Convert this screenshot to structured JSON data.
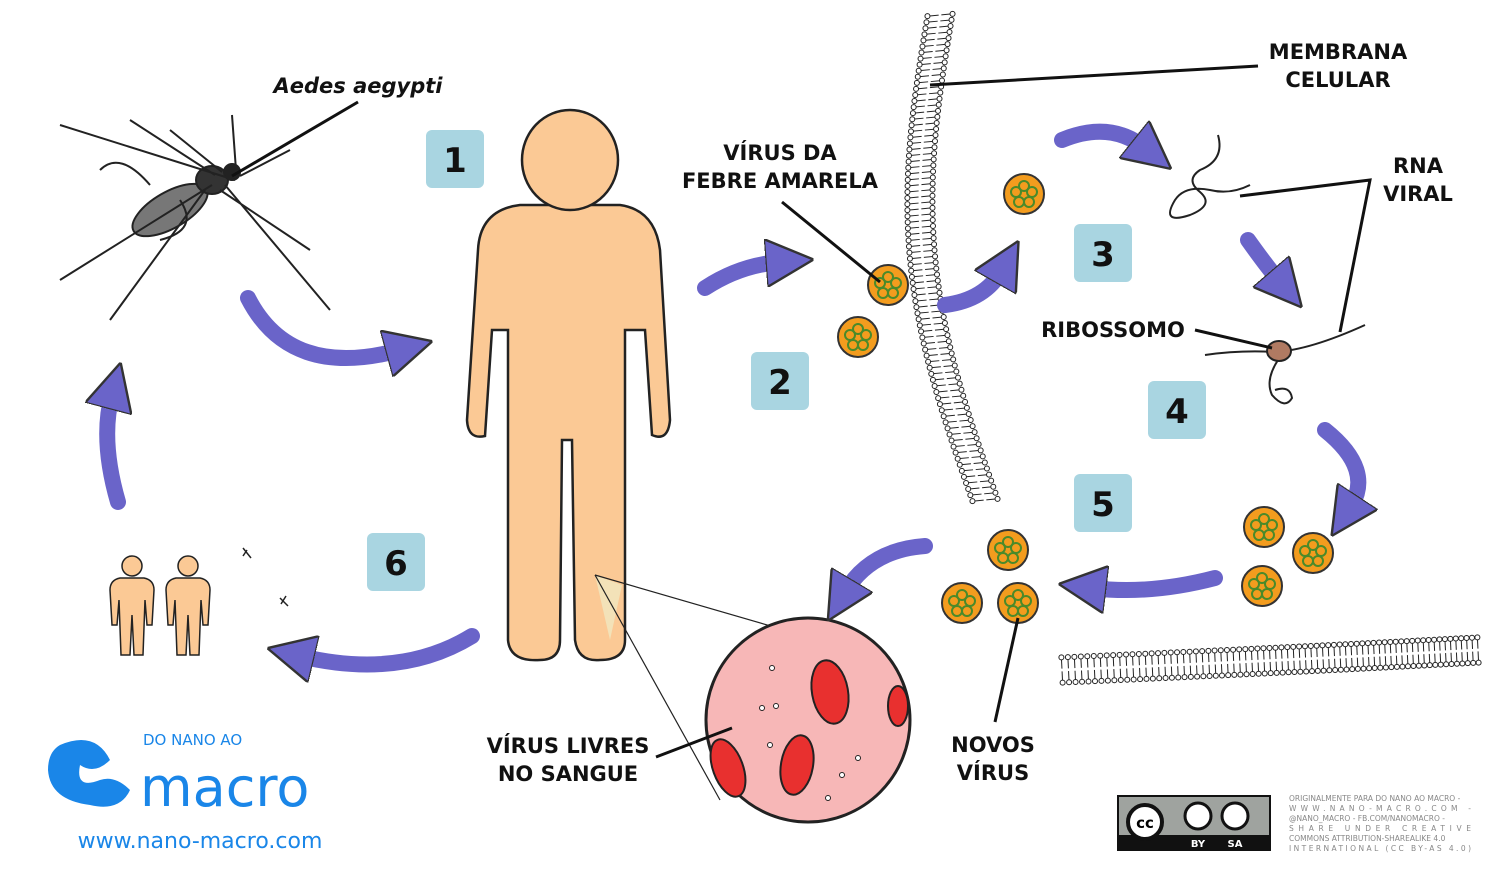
{
  "labels": {
    "mosquito": "Aedes aegypti",
    "membrane": [
      "MEMBRANA",
      "CELULAR"
    ],
    "virus": [
      "VÍRUS DA",
      "FEBRE AMARELA"
    ],
    "rna": [
      "RNA",
      "VIRAL"
    ],
    "ribosome": "RIBOSSOMO",
    "free_virus": [
      "VÍRUS LIVRES",
      "NO SANGUE"
    ],
    "new_virus": [
      "NOVOS",
      "VÍRUS"
    ]
  },
  "steps": [
    "1",
    "2",
    "3",
    "4",
    "5",
    "6"
  ],
  "logo": {
    "small": "DO NANO AO",
    "big": "macro",
    "url": "www.nano-macro.com"
  },
  "license": {
    "badge": [
      "cc",
      "BY",
      "SA"
    ],
    "text": [
      "ORIGINALMENTE PARA DO NANO AO MACRO -",
      "WWW.NANO-MACRO.COM -",
      "@NANO_MACRO - FB.COM/NANOMACRO -",
      "SHARE UNDER CREATIVE",
      "COMMONS ATTRIBUTION-SHAREALIKE 4.0",
      "INTERNATIONAL (CC BY-AS 4.0)"
    ]
  },
  "colors": {
    "arrow": "#6a64c9",
    "badge": "#a9d5e1",
    "skin": "#fbc995",
    "virus": "#f39c1e",
    "blood": "#f7b7b7",
    "cell": "#e8302f",
    "logo": "#1a86e8"
  }
}
